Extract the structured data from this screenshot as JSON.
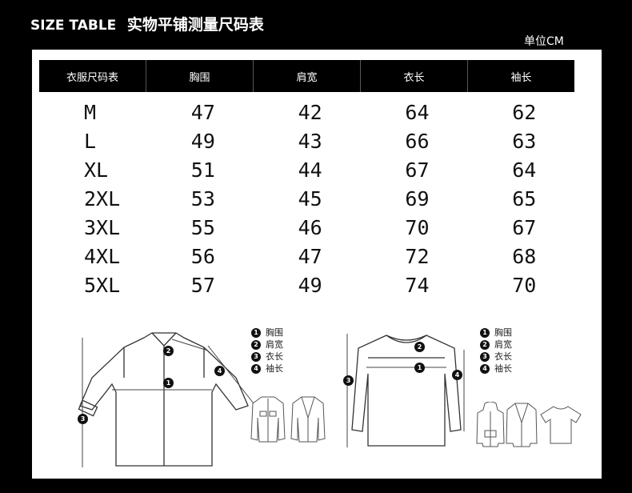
{
  "title": {
    "en": "SIZE TABLE",
    "zh": "实物平铺测量尺码表"
  },
  "unit": "单位CM",
  "table": {
    "headers": [
      "衣服尺码表",
      "胸围",
      "肩宽",
      "衣长",
      "袖长"
    ],
    "rows": [
      [
        "M",
        "47",
        "42",
        "64",
        "62"
      ],
      [
        "L",
        "49",
        "43",
        "66",
        "63"
      ],
      [
        "XL",
        "51",
        "44",
        "67",
        "64"
      ],
      [
        "2XL",
        "53",
        "45",
        "69",
        "65"
      ],
      [
        "3XL",
        "55",
        "46",
        "70",
        "67"
      ],
      [
        "4XL",
        "56",
        "47",
        "72",
        "68"
      ],
      [
        "5XL",
        "57",
        "49",
        "74",
        "70"
      ]
    ]
  },
  "legend": [
    {
      "num": "1",
      "label": "胸围"
    },
    {
      "num": "2",
      "label": "肩宽"
    },
    {
      "num": "3",
      "label": "衣长"
    },
    {
      "num": "4",
      "label": "袖长"
    }
  ],
  "markers": [
    "1",
    "2",
    "3",
    "4"
  ],
  "icons": {
    "left_figure": "dress-shirt-icon",
    "right_figure": "sweater-icon",
    "left_thumbs": [
      "denim-jacket-icon",
      "blazer-icon"
    ],
    "right_thumbs": [
      "hoodie-icon",
      "cardigan-icon",
      "t-shirt-icon"
    ]
  },
  "colors": {
    "background": "#000000",
    "panel": "#ffffff",
    "header": "#000000"
  }
}
